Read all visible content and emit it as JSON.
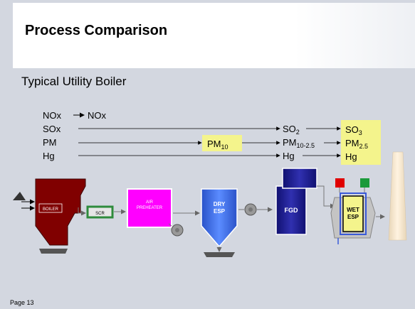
{
  "slide": {
    "title": "Process Comparison",
    "subtitle": "Typical Utility Boiler",
    "page_label": "Page 13"
  },
  "pollutants_in": {
    "nox_in": "NOx",
    "nox_out": "NOx",
    "sox": "SOx",
    "pm": "PM",
    "hg": "Hg"
  },
  "mid_box": {
    "base": "PM",
    "sub": "10"
  },
  "mid_stream": {
    "so2_base": "SO",
    "so2_sub": "2",
    "pm_base": "PM",
    "pm_sub": "10-2.5",
    "hg": "Hg"
  },
  "out_box": {
    "so3_base": "SO",
    "so3_sub": "3",
    "pm_base": "PM",
    "pm_sub": "2.5",
    "hg": "Hg"
  },
  "units": {
    "boiler": "BOILER",
    "scr": "SCR",
    "air_preheater_1": "AIR",
    "air_preheater_2": "PREHEATER",
    "dry_esp_1": "DRY",
    "dry_esp_2": "ESP",
    "fgd": "FGD",
    "wet_esp_1": "WET",
    "wet_esp_2": "ESP"
  },
  "colors": {
    "boiler": "#800000",
    "scr": "#2e8b3c",
    "air_preheater": "#ff00ff",
    "dry_esp": "#3b6cf0",
    "fgd": "#1a1a8c",
    "highlight": "#f4f48c",
    "stack": "#f2e2c8"
  }
}
